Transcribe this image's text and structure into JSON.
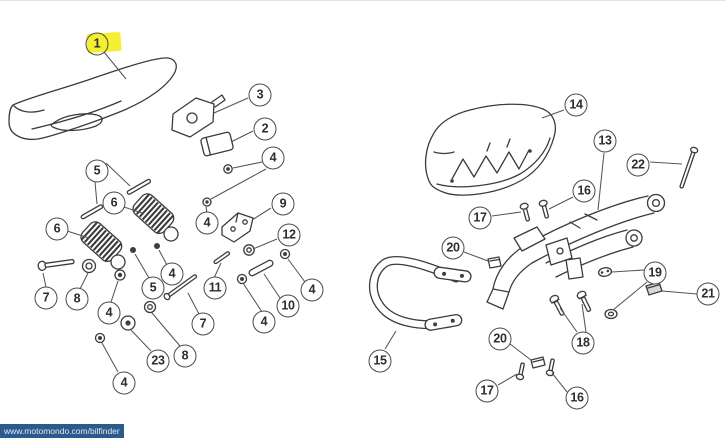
{
  "diagram": {
    "description": "Exploded parts diagram - saddle and rear seat assembly",
    "highlight_color": "#f4ef33",
    "line_color": "#3b3b3b",
    "watermark_bg": "#2b5a8c"
  },
  "watermark": {
    "text": "www.motomondo.com/bilfinder"
  },
  "callouts": {
    "c1": "1",
    "c2": "3",
    "c3": "2",
    "c4": "4",
    "c5": "5",
    "c6": "6",
    "c7": "6",
    "c8": "4",
    "c9": "9",
    "c10": "12",
    "c11": "4",
    "c12": "10",
    "c13": "11",
    "c14": "5",
    "c15": "4",
    "c16": "7",
    "c17": "8",
    "c18": "4",
    "c19": "7",
    "c20": "23",
    "c21": "8",
    "c22": "4",
    "c23": "4",
    "c24": "14",
    "c25": "13",
    "c26": "22",
    "c27": "16",
    "c28": "17",
    "c29": "20",
    "c30": "19",
    "c31": "21",
    "c32": "15",
    "c33": "20",
    "c34": "18",
    "c35": "17",
    "c36": "16"
  }
}
